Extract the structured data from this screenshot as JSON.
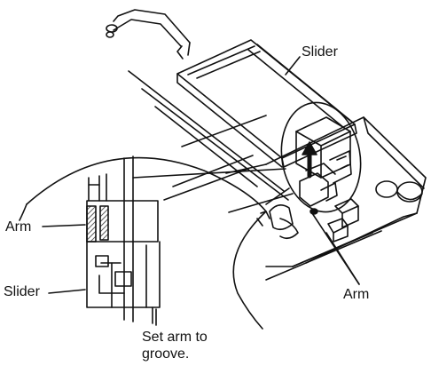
{
  "labels": {
    "slider_top": "Slider",
    "arm_left": "Arm",
    "slider_left": "Slider",
    "arm_right": "Arm",
    "set_arm_line1": "Set arm to",
    "set_arm_line2": "groove."
  },
  "colors": {
    "ink": "#111111",
    "background": "#ffffff",
    "hatch": "#333333"
  }
}
